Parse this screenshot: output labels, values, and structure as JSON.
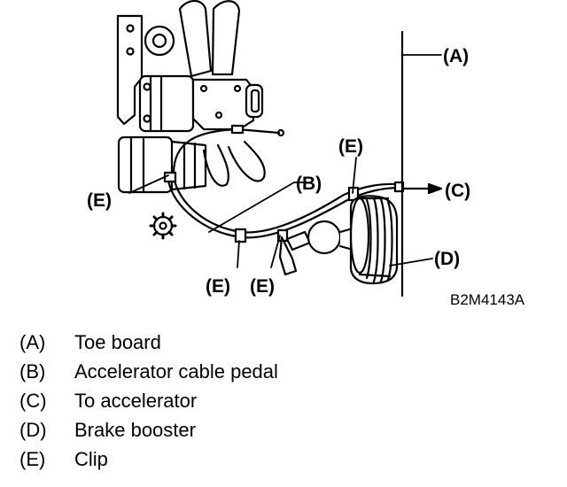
{
  "figure": {
    "code": "B2M4143A",
    "callouts": {
      "a": "(A)",
      "b": "(B)",
      "c": "(C)",
      "d": "(D)",
      "e1": "(E)",
      "e2": "(E)",
      "e3": "(E)",
      "e4": "(E)"
    }
  },
  "legend": [
    {
      "key": "(A)",
      "text": "Toe board"
    },
    {
      "key": "(B)",
      "text": "Accelerator cable pedal"
    },
    {
      "key": "(C)",
      "text": "To accelerator"
    },
    {
      "key": "(D)",
      "text": "Brake booster"
    },
    {
      "key": "(E)",
      "text": "Clip"
    }
  ]
}
